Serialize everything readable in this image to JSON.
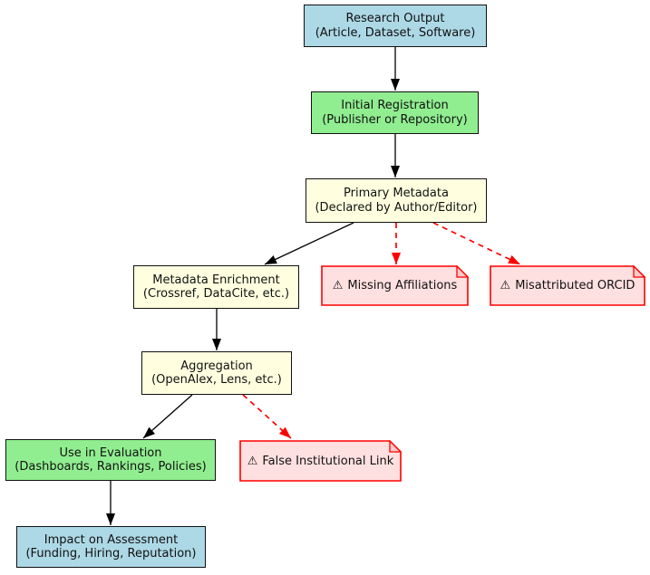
{
  "colors": {
    "node-blue": "#ADD8E6",
    "node-green": "#90EE90",
    "node-yellow": "#FFFFE0",
    "node-border": "#111111",
    "note-fill": "#FFE0E0",
    "note-fold": "#F8CACA",
    "note-border": "#FF0000",
    "edge-black": "#000000",
    "edge-red": "#FF0000"
  },
  "nodes": {
    "research_output": {
      "line1": "Research Output",
      "line2": "(Article, Dataset, Software)"
    },
    "initial_registration": {
      "line1": "Initial Registration",
      "line2": "(Publisher or Repository)"
    },
    "primary_metadata": {
      "line1": "Primary Metadata",
      "line2": "(Declared by Author/Editor)"
    },
    "metadata_enrichment": {
      "line1": "Metadata Enrichment",
      "line2": "(Crossref, DataCite, etc.)"
    },
    "aggregation": {
      "line1": "Aggregation",
      "line2": "(OpenAlex, Lens, etc.)"
    },
    "use_in_evaluation": {
      "line1": "Use in Evaluation",
      "line2": "(Dashboards, Rankings, Policies)"
    },
    "impact_on_assessment": {
      "line1": "Impact on Assessment",
      "line2": "(Funding, Hiring, Reputation)"
    }
  },
  "notes": {
    "missing_affiliations": {
      "icon": "⚠",
      "label": "Missing Affiliations"
    },
    "misattributed_orcid": {
      "icon": "⚠",
      "label": "Misattributed ORCID"
    },
    "false_institutional_link": {
      "icon": "⚠",
      "label": "False Institutional Link"
    }
  }
}
